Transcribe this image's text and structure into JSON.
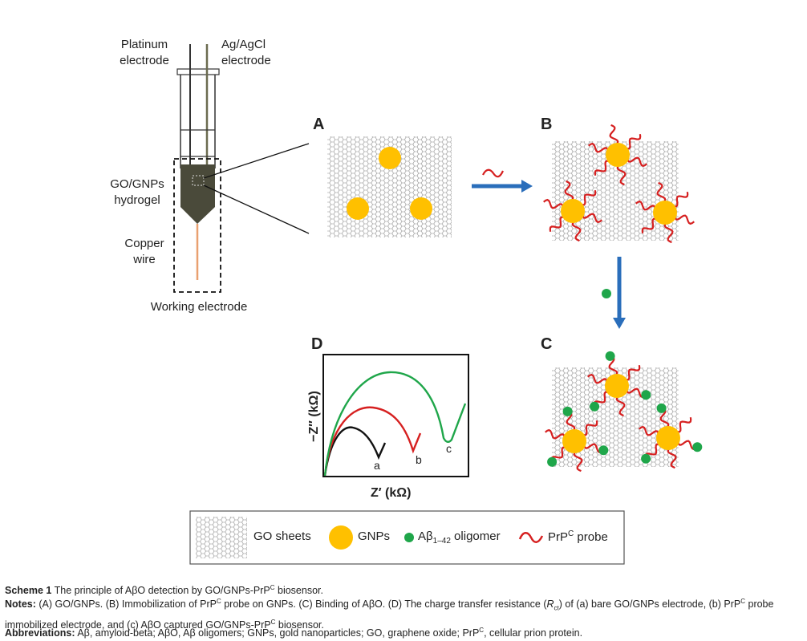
{
  "electrode": {
    "platinum_1": "Platinum",
    "platinum_2": "electrode",
    "agcl_1": "Ag/AgCl",
    "agcl_2": "electrode",
    "hydrogel_1": "GO/GNPs",
    "hydrogel_2": "hydrogel",
    "copper_1": "Copper",
    "copper_2": "wire",
    "working": "Working electrode"
  },
  "panels": {
    "a": "A",
    "b": "B",
    "c": "C",
    "d": "D"
  },
  "plot_d": {
    "ylabel": "−Z″ (kΩ)",
    "xlabel": "Z′ (kΩ)",
    "curve_a": "a",
    "curve_b": "b",
    "curve_c": "c"
  },
  "legend": {
    "go": "GO sheets",
    "gnps": "GNPs",
    "ab_pre": "Aβ",
    "ab_sub": "1–42",
    "ab_post": " oligomer",
    "prp_pre": "PrP",
    "prp_sup": "C",
    "prp_post": " probe"
  },
  "caption": {
    "scheme_label": "Scheme 1",
    "scheme_text": "The principle of AβO detection by GO/GNPs-PrP",
    "scheme_sup": "C",
    "scheme_end": " biosensor.",
    "notes_label": "Notes:",
    "notes_1": "(A) GO/GNPs. (B) Immobilization of PrP",
    "notes_sup1": "C",
    "notes_2": " probe on GNPs. (C) Binding of AβO. (D) The charge transfer resistance (",
    "notes_r": "R",
    "notes_rsub": "ct",
    "notes_3": ") of (a) bare GO/GNPs electrode, (b) PrP",
    "notes_sup2": "C",
    "notes_4": " probe immobilized electrode, and (c) AβO captured GO/GNPs-PrP",
    "notes_sup3": "C",
    "notes_5": " biosensor.",
    "abbr_label": "Abbreviations:",
    "abbr_1": "Aβ, amyloid-beta; AβO, Aβ oligomers; GNPs, gold nanoparticles; GO, graphene oxide; PrP",
    "abbr_sup": "C",
    "abbr_2": ", cellular prion protein."
  },
  "colors": {
    "gold": "#FFC000",
    "green": "#1FA64A",
    "red": "#D62020",
    "blue": "#2A6EBB",
    "hydrogel": "#4A4A3A",
    "copper": "#E9A070"
  }
}
